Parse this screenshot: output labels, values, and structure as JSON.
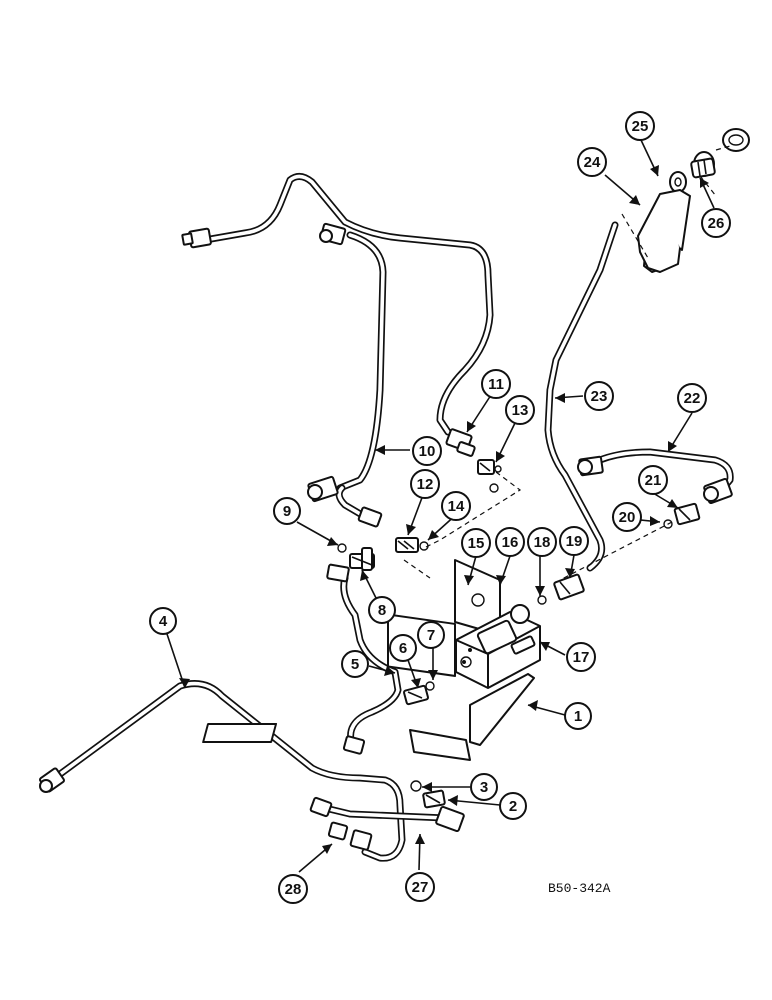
{
  "callouts": [
    "1",
    "2",
    "3",
    "4",
    "5",
    "6",
    "7",
    "8",
    "9",
    "10",
    "11",
    "12",
    "13",
    "14",
    "15",
    "16",
    "17",
    "18",
    "19",
    "20",
    "21",
    "22",
    "23",
    "24",
    "25",
    "26",
    "27",
    "28"
  ],
  "drawing_code": "B50-342A"
}
